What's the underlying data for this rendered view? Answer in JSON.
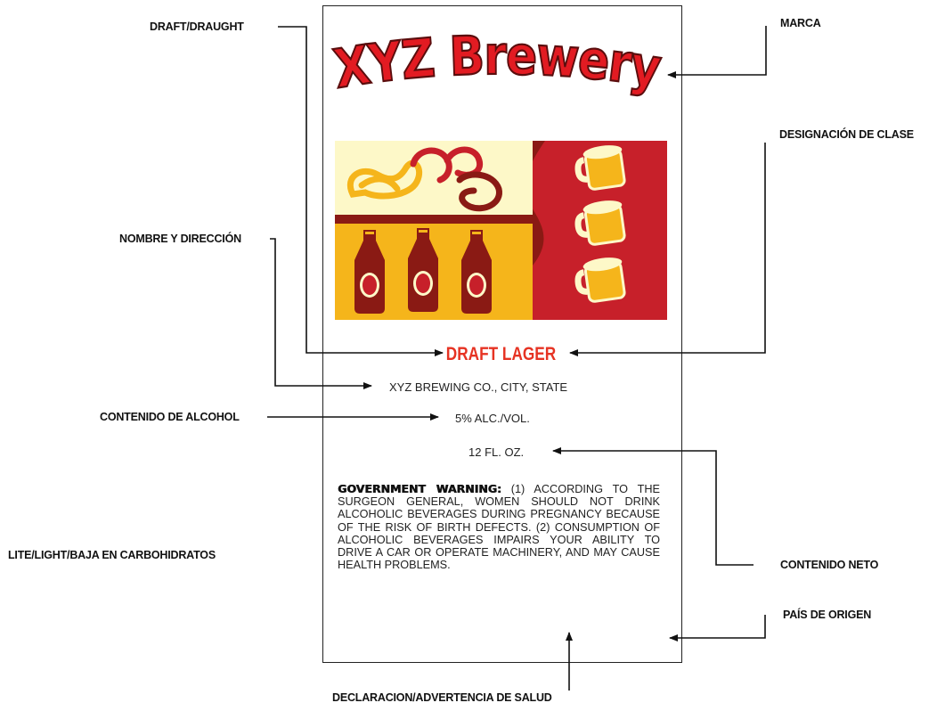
{
  "colors": {
    "brand_red": "#e21b22",
    "title_red": "#e63323",
    "panel_red": "#c7202a",
    "pale_yellow": "#fdf8c8",
    "gold": "#f5b51b",
    "maroon": "#8a1a14",
    "text": "#222222"
  },
  "callouts": {
    "draft": "DRAFT/DRAUGHT",
    "marca": "MARCA",
    "clase": "DESIGNACIÓN DE CLASE",
    "nombre": "NOMBRE Y DIRECCIÓN",
    "alcohol": "CONTENIDO DE ALCOHOL",
    "lite": "LITE/LIGHT/BAJA EN CARBOHIDRATOS",
    "neto": "CONTENIDO NETO",
    "pais": "PAÍS DE ORIGEN",
    "salud": "DECLARACION/ADVERTENCIA DE SALUD"
  },
  "label": {
    "brand": "XYZ Brewery",
    "product_class": "DRAFT LAGER",
    "name_address": "XYZ BREWING CO., CITY, STATE",
    "alcohol_content": "5% ALC./VOL.",
    "net_contents": "12 FL. OZ.",
    "warning_title": "GOVERNMENT WARNING:",
    "warning_text": "(1) ACCORDING TO THE SURGEON GENERAL, WOMEN SHOULD NOT DRINK ALCOHOLIC BEVERAGES DURING PREGNANCY BECAUSE OF THE RISK OF BIRTH DEFECTS. (2) CONSUMPTION OF ALCOHOLIC BEVERAGES IMPAIRS YOUR ABILITY TO DRIVE A CAR OR OPERATE MACHINERY, AND MAY CAUSE HEALTH PROBLEMS."
  },
  "illustration": {
    "icons": [
      "pretzel-icon",
      "beer-bottle-icon",
      "beer-mug-icon"
    ]
  }
}
